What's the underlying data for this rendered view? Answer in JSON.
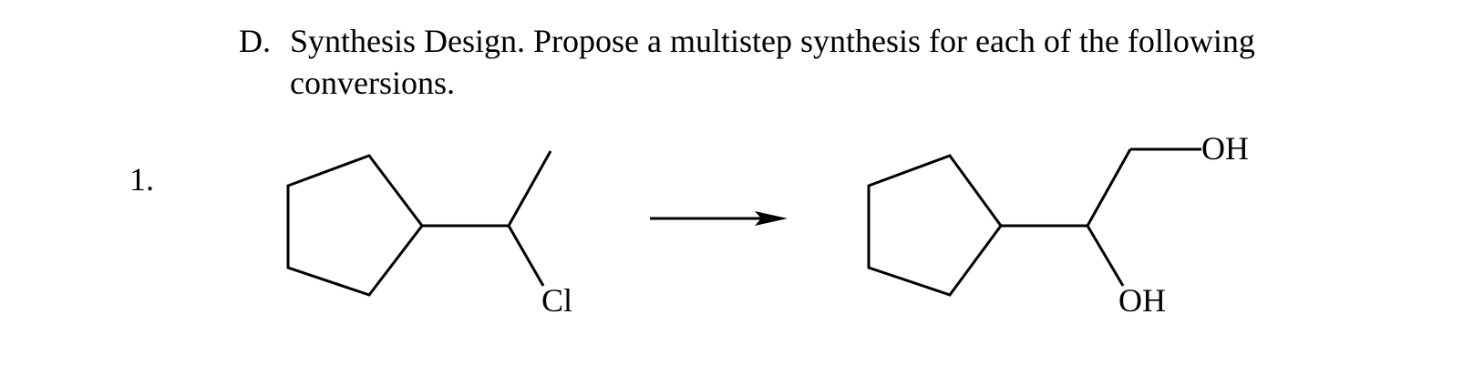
{
  "section": {
    "marker": "D.",
    "title_line_1": "Synthesis Design. Propose a multistep synthesis for each of the following",
    "title_line_2": "conversions."
  },
  "problem": {
    "number": "1.",
    "starting_material": {
      "substituent_label": "Cl"
    },
    "product": {
      "primary_hydroxyl_label": "OH",
      "secondary_hydroxyl_label": "OH"
    }
  }
}
